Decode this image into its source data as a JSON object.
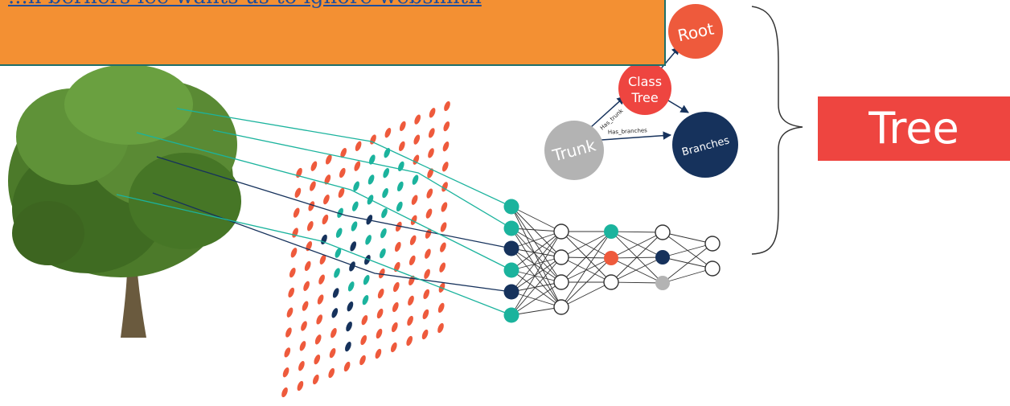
{
  "banner": {
    "text": "...n berners-lee wants us to ignore websmith"
  },
  "ontology": {
    "nodes": [
      {
        "id": "root",
        "label": "Root",
        "color": "#ee5a3c"
      },
      {
        "id": "class-tree",
        "label": "Class\nTree",
        "color": "#ee4540"
      },
      {
        "id": "trunk",
        "label": "Trunk",
        "color": "#b3b3b3"
      },
      {
        "id": "branches",
        "label": "Branches",
        "color": "#16325c"
      }
    ],
    "edges": [
      {
        "from": "class-tree",
        "to": "root",
        "label": ""
      },
      {
        "from": "class-tree",
        "to": "branches",
        "label": ""
      },
      {
        "from": "trunk",
        "to": "class-tree",
        "label": "Has_trunk"
      },
      {
        "from": "trunk",
        "to": "branches",
        "label": "Has_branches"
      }
    ]
  },
  "output_label": "Tree",
  "colors": {
    "teal": "#1bb39d",
    "navy": "#16325c",
    "orange": "#ee5a3c",
    "gray": "#b3b3b3",
    "banner": "#f39033",
    "label_bg": "#ee4540"
  },
  "network": {
    "layers": [
      [
        "teal",
        "teal",
        "navy",
        "teal",
        "navy",
        "teal"
      ],
      [
        "white",
        "white",
        "white",
        "white"
      ],
      [
        "teal",
        "orange",
        "white"
      ],
      [
        "white",
        "navy",
        "gray"
      ],
      [
        "white",
        "white"
      ]
    ]
  },
  "icons": {
    "tree_image": "tree-photo",
    "brace": "right-curly-brace"
  }
}
